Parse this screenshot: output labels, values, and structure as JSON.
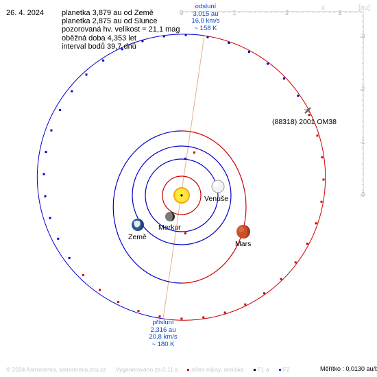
{
  "date": "26. 4. 2024",
  "info_lines": [
    "planetka 3,879 au od Země",
    "planetka 2,875 au od Slunce",
    "pozorovaná hv. velikost = 21,1 mag",
    "oběžná doba 4,353 let",
    "interval bodů 39,7 dnů"
  ],
  "aphelion": {
    "title": "odsluní",
    "distance": "3,015 au",
    "speed": "16,0 km/s",
    "temp": "~ 158 K"
  },
  "perihelion": {
    "title": "přísluní",
    "distance": "2,316 au",
    "speed": "20,8 km/s",
    "temp": "~ 180 K"
  },
  "axes": {
    "unit": "[au]",
    "x_label": "x",
    "x_ticks": [
      "0",
      "1",
      "2",
      "3"
    ],
    "y_ticks": [
      "3",
      "2",
      "1",
      "0"
    ]
  },
  "asteroid_name": "(88318) 2001 OM38",
  "planets": {
    "venus": "Venuše",
    "mercury": "Merkur",
    "earth": "Země",
    "mars": "Mars"
  },
  "footer": {
    "copyright": "© 2024 Astronomia, astronomia.zcu.cz",
    "generated": "Vygenerováno za 0,11 s",
    "center_legend": "střed elipsy, ohniska",
    "f1_legend": "F1 a",
    "f2_legend": "F2",
    "scale": "Měřítko : 0,0130 au/bod"
  },
  "colors": {
    "orbit_blue": "#0000cc",
    "orbit_red": "#cc0000",
    "axis_gray": "#c8c8c8",
    "apsis_line": "#e8b090",
    "label_blue": "#0044cc"
  },
  "icons": {
    "sun": "sun-icon",
    "asteroid": "asteroid-icon"
  }
}
